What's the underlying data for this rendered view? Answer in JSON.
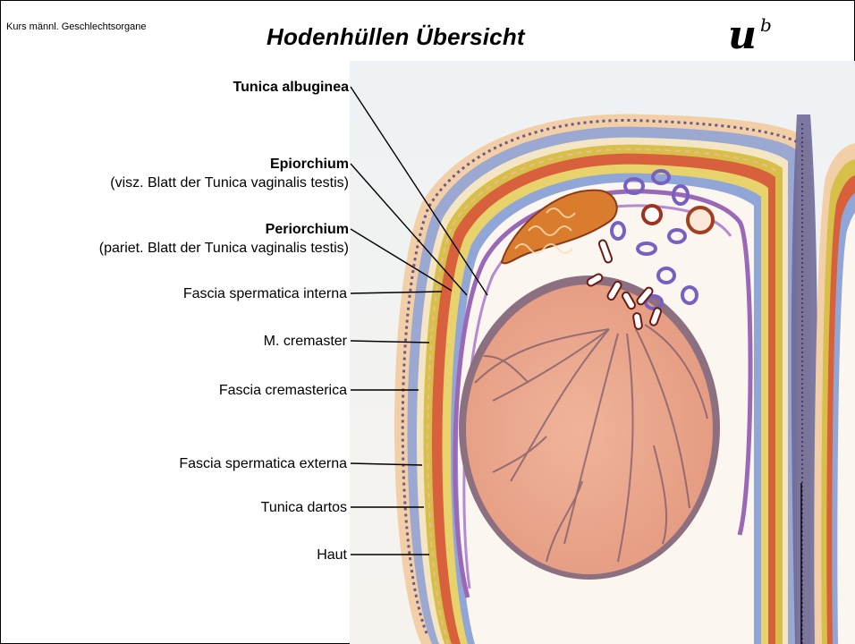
{
  "header": {
    "course": "Kurs männl. Geschlechtsorgane",
    "title": "Hodenhüllen Übersicht",
    "logo_letter": "u",
    "logo_sup": "b"
  },
  "labels": [
    {
      "id": "tunica-albuginea",
      "text": "Tunica albuginea",
      "bold": true,
      "sub": ""
    },
    {
      "id": "epiorchium",
      "text": "Epiorchium",
      "bold": true,
      "sub": "(visz. Blatt der Tunica vaginalis testis)"
    },
    {
      "id": "periorchium",
      "text": "Periorchium",
      "bold": true,
      "sub": "(pariet. Blatt der Tunica vaginalis testis)"
    },
    {
      "id": "fascia-spermatica-interna",
      "text": "Fascia spermatica interna",
      "bold": false,
      "sub": ""
    },
    {
      "id": "m-cremaster",
      "text": "M. cremaster",
      "bold": false,
      "sub": ""
    },
    {
      "id": "fascia-cremasterica",
      "text": "Fascia cremasterica",
      "bold": false,
      "sub": ""
    },
    {
      "id": "fascia-spermatica-externa",
      "text": "Fascia spermatica externa",
      "bold": false,
      "sub": ""
    },
    {
      "id": "tunica-dartos",
      "text": "Tunica dartos",
      "bold": false,
      "sub": ""
    },
    {
      "id": "haut",
      "text": "Haut",
      "bold": false,
      "sub": ""
    }
  ],
  "colors": {
    "skin": "#f2c8a0",
    "dartos": "#8f9fc9",
    "cremaster_red": "#c8482c",
    "fascia_yellow": "#d8c24a",
    "testis": "#e8a48a",
    "albuginea": "#8b6a7a",
    "vaginalis": "#a070b0",
    "epididymis": "#d07a30"
  }
}
